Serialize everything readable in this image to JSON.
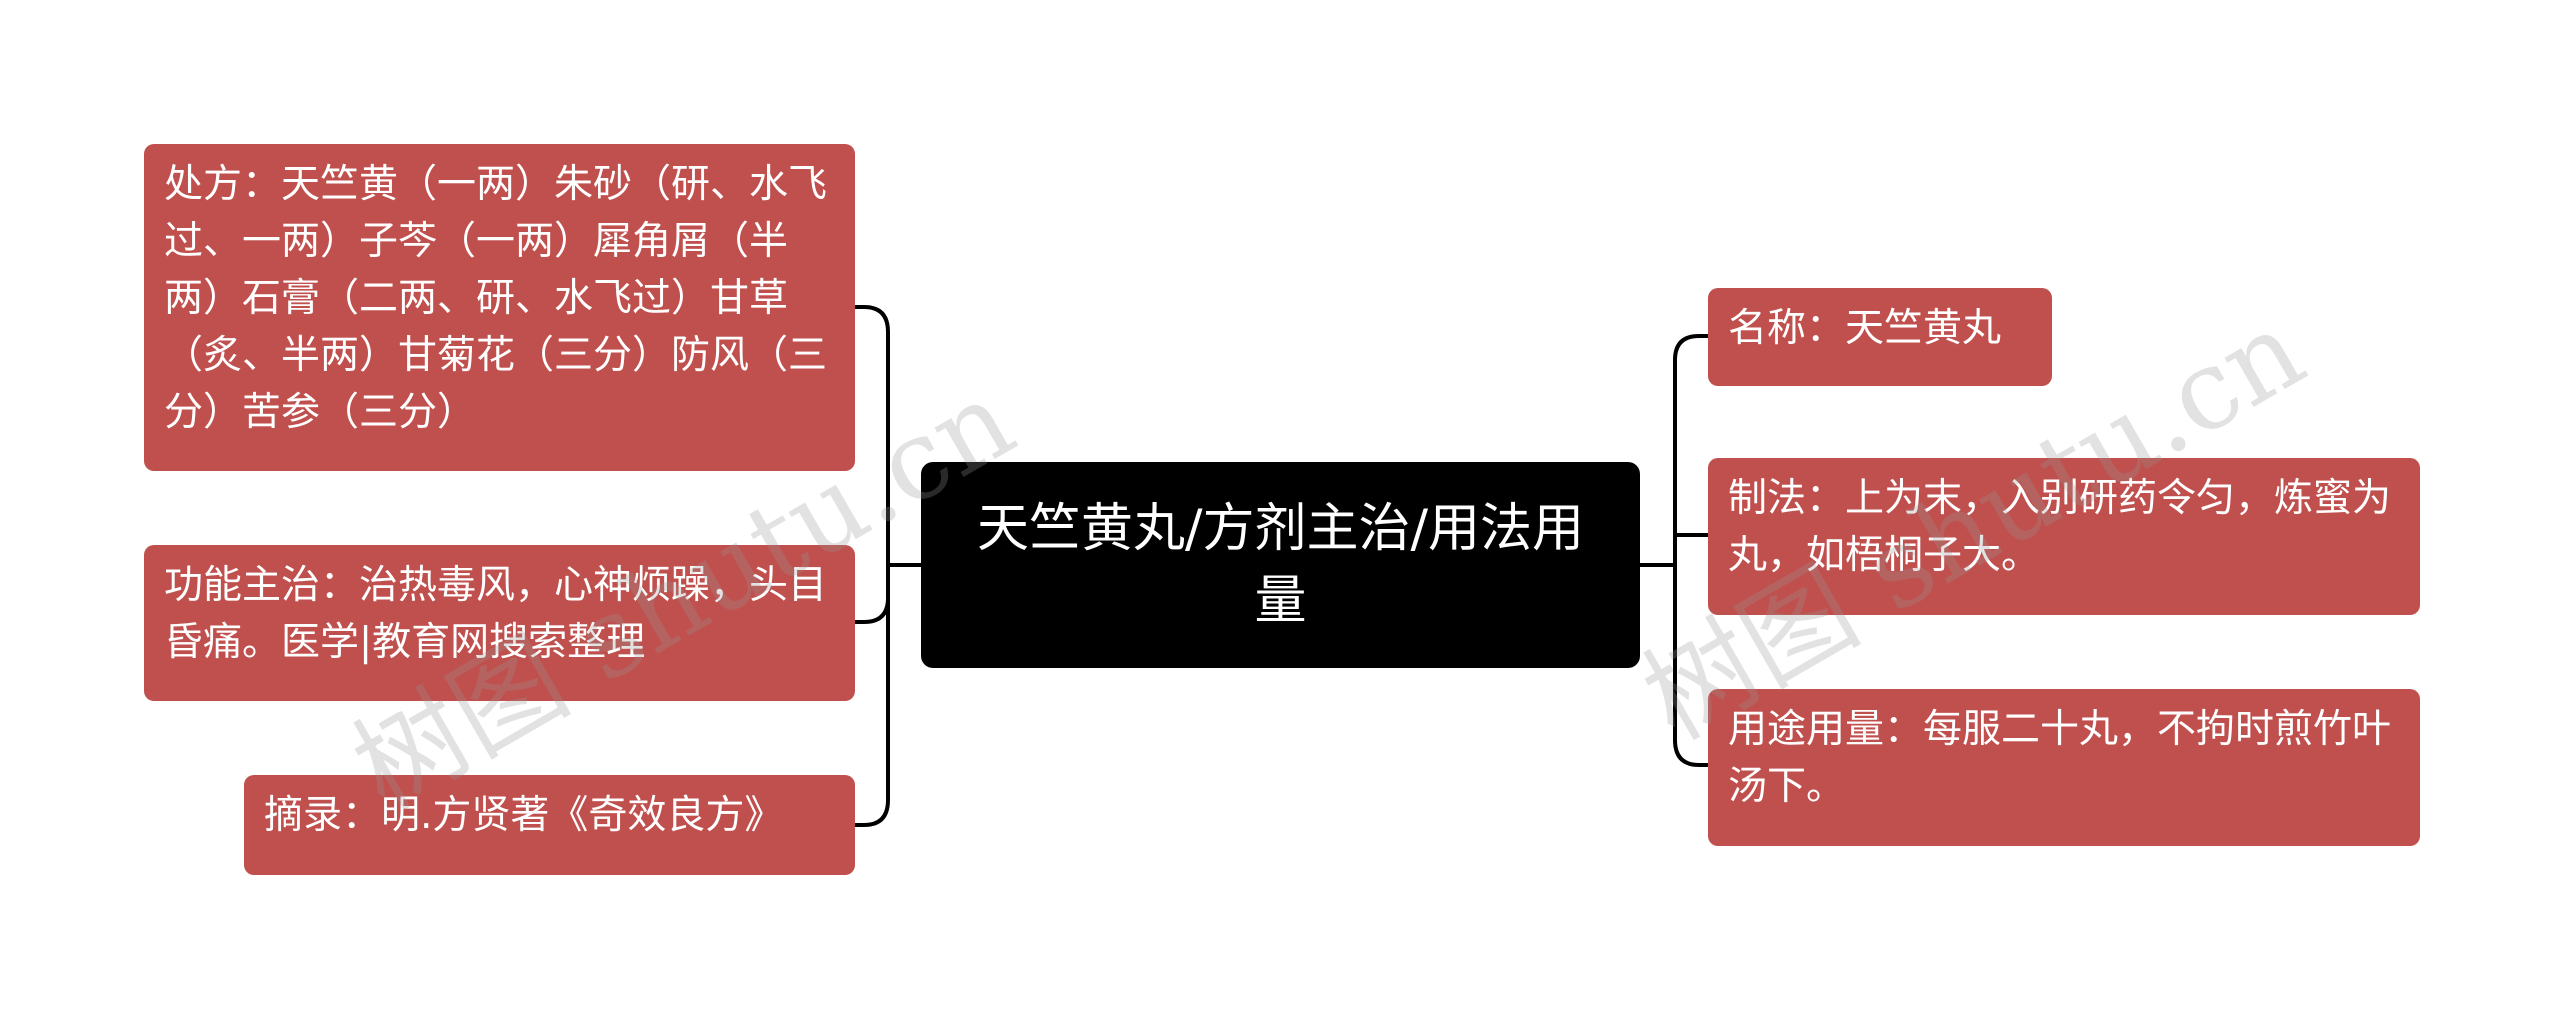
{
  "root": {
    "title": "天竺黄丸/方剂主治/用法用量"
  },
  "left_nodes": [
    {
      "id": "prescription",
      "text": "处方：天竺黄（一两）朱砂（研、水飞过、一两）子芩（一两）犀角屑（半两）石膏（二两、研、水飞过）甘草（炙、半两）甘菊花（三分）防风（三分）苦参（三分）"
    },
    {
      "id": "indications",
      "text": "功能主治：治热毒风，心神烦躁，头目昏痛。医学|教育网搜索整理"
    },
    {
      "id": "source",
      "text": "摘录：明.方贤著《奇效良方》"
    }
  ],
  "right_nodes": [
    {
      "id": "name",
      "text": "名称：天竺黄丸"
    },
    {
      "id": "preparation",
      "text": "制法：上为末，入别研药令匀，炼蜜为丸，如梧桐子大。"
    },
    {
      "id": "dosage",
      "text": "用途用量：每服二十丸，不拘时煎竹叶汤下。"
    }
  ],
  "watermarks": [
    "树图 shutu.cn",
    "树图 shutu.cn"
  ],
  "colors": {
    "node_fill": "#c0504d",
    "root_fill": "#000000",
    "connector": "#000000",
    "text": "#ffffff"
  }
}
